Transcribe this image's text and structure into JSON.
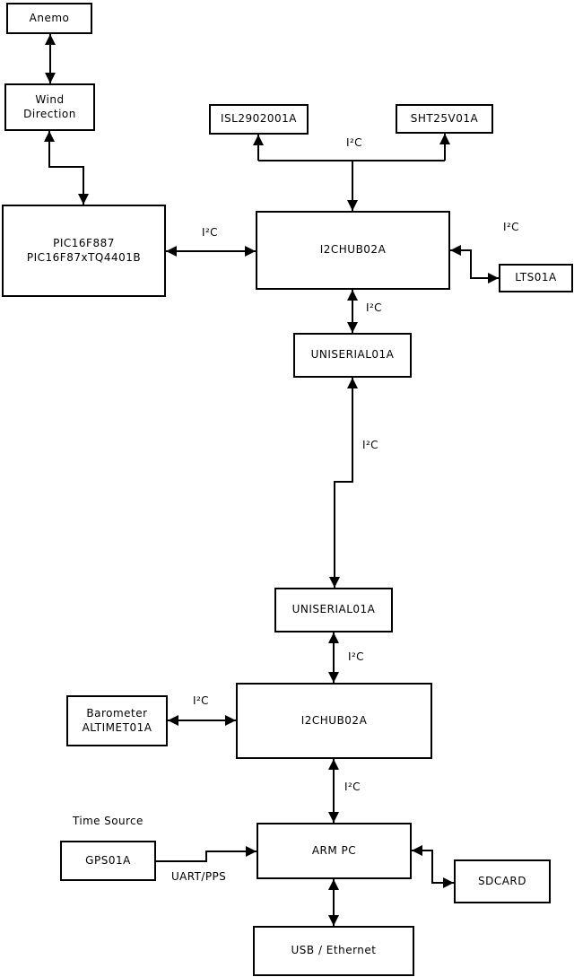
{
  "diagram": {
    "colors": {
      "background": "#ffffff",
      "box_fill": "#ffffff",
      "line": "#000000",
      "text": "#000000"
    },
    "nodes": {
      "anemo": {
        "label": "Anemo"
      },
      "wind_direction": {
        "line1": "Wind",
        "line2": "Direction"
      },
      "pic": {
        "line1": "PIC16F887",
        "line2": "PIC16F87xTQ4401B"
      },
      "isl": {
        "label": "ISL2902001A"
      },
      "sht": {
        "label": "SHT25V01A"
      },
      "hub1": {
        "label": "I2CHUB02A"
      },
      "lts": {
        "label": "LTS01A"
      },
      "uniserial1": {
        "label": "UNISERIAL01A"
      },
      "uniserial2": {
        "label": "UNISERIAL01A"
      },
      "hub2": {
        "label": "I2CHUB02A"
      },
      "barometer": {
        "line1": "Barometer",
        "line2": "ALTIMET01A"
      },
      "gps": {
        "label": "GPS01A"
      },
      "arm_pc": {
        "label": "ARM PC"
      },
      "sdcard": {
        "label": "SDCARD"
      },
      "usb_ethernet": {
        "label": "USB / Ethernet"
      }
    },
    "edge_labels": {
      "i2c": "I²C",
      "uart_pps": "UART/PPS",
      "time_source": "Time Source"
    }
  }
}
